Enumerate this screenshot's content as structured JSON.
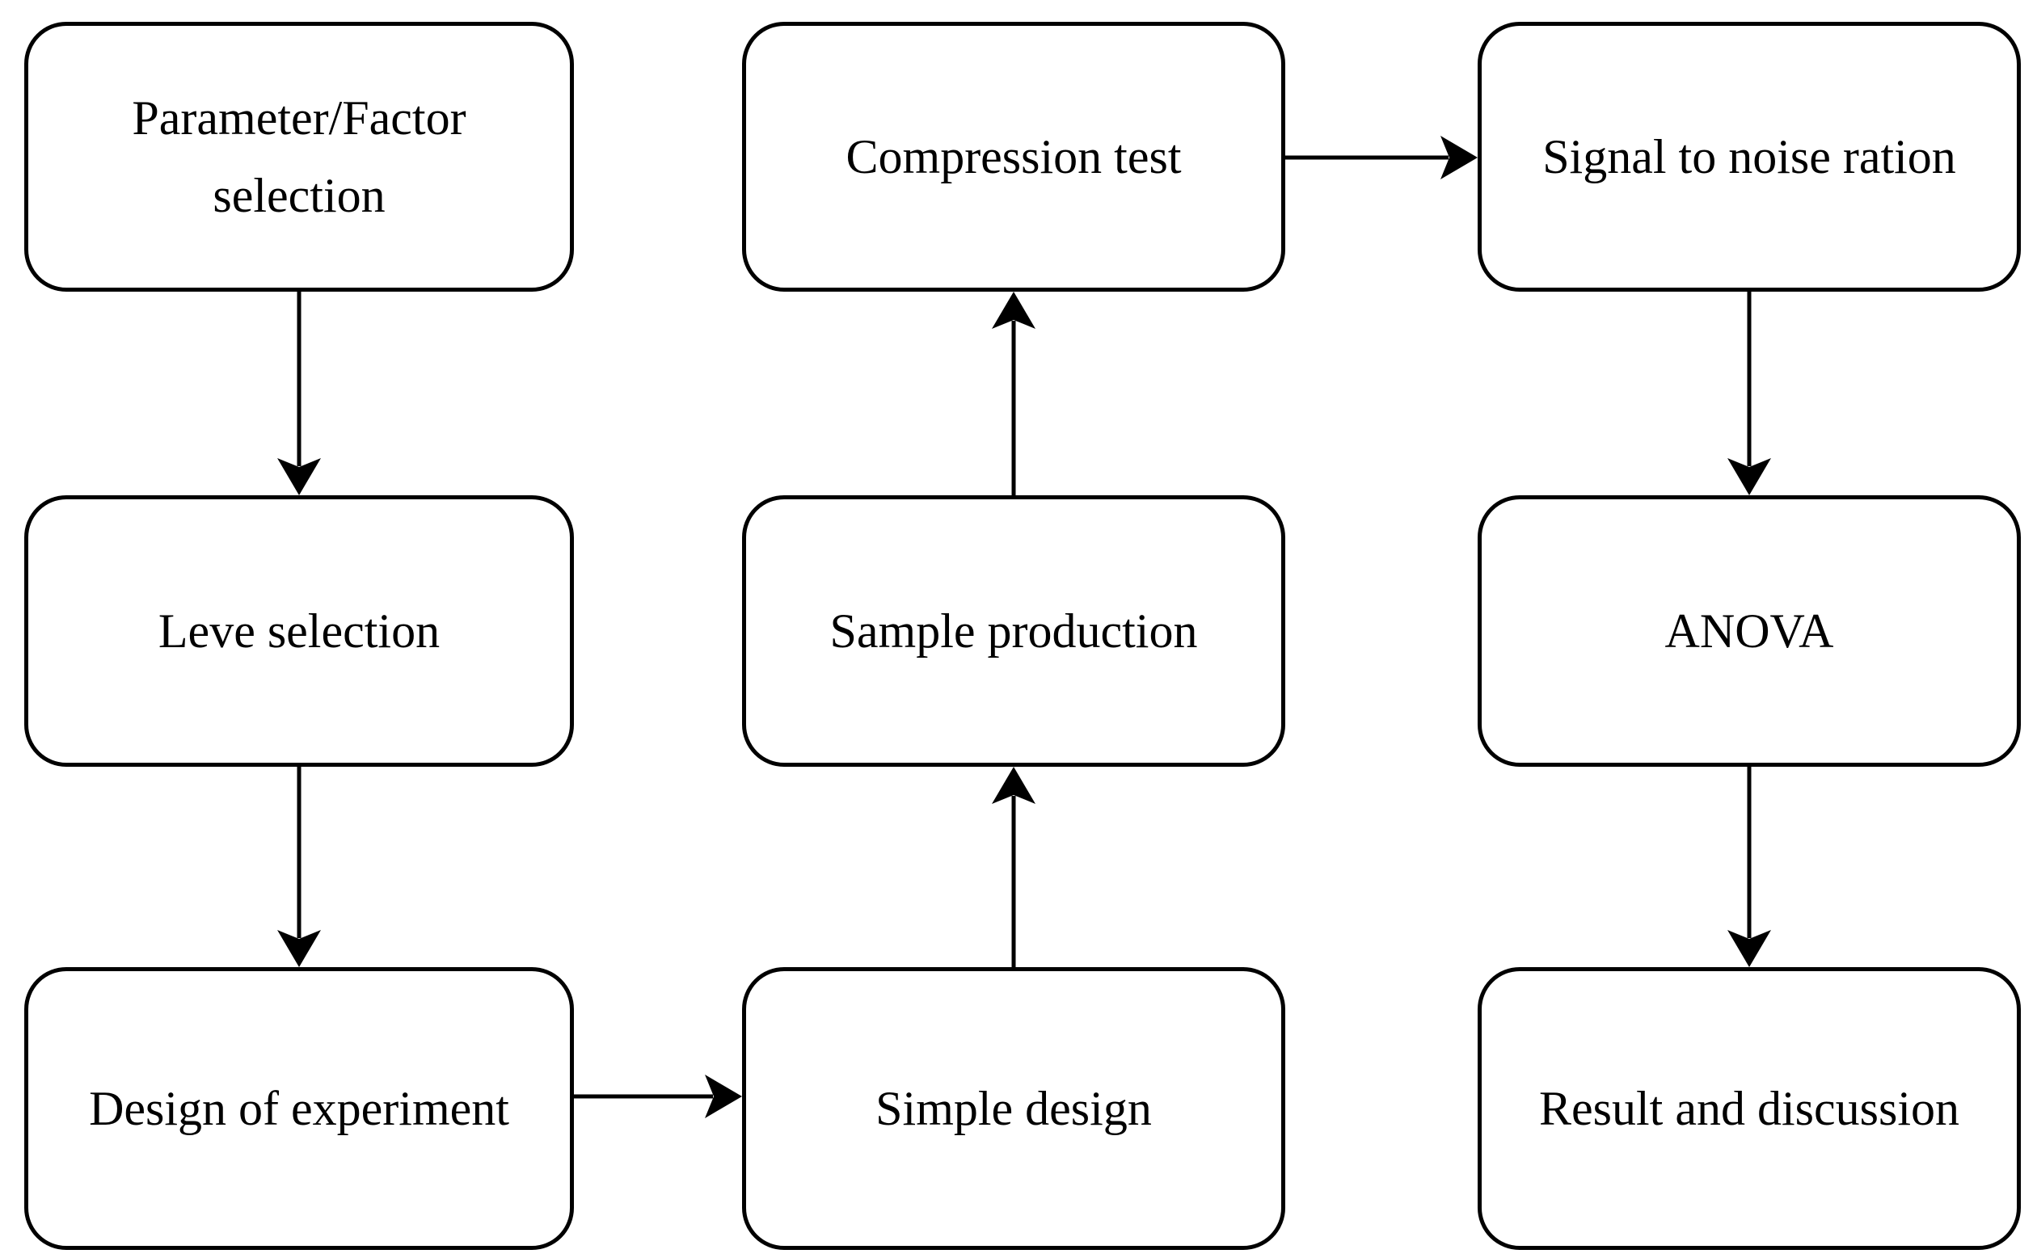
{
  "colors": {
    "background": "#ffffff",
    "box_fill": "#ffffff",
    "box_border": "#000000",
    "text": "#000000",
    "arrow": "#000000"
  },
  "nodes": [
    {
      "id": "parameter-factor-selection",
      "label": "Parameter/Factor selection"
    },
    {
      "id": "level-selection",
      "label": "Leve selection"
    },
    {
      "id": "design-of-experiment",
      "label": "Design of experiment"
    },
    {
      "id": "compression-test",
      "label": "Compression test"
    },
    {
      "id": "sample-production",
      "label": "Sample production"
    },
    {
      "id": "simple-design",
      "label": "Simple design"
    },
    {
      "id": "signal-to-noise-ratio",
      "label": "Signal to noise ration"
    },
    {
      "id": "anova",
      "label": "ANOVA"
    },
    {
      "id": "result-and-discussion",
      "label": "Result and discussion"
    }
  ],
  "edges": [
    {
      "from": "parameter-factor-selection",
      "to": "level-selection",
      "direction": "down"
    },
    {
      "from": "level-selection",
      "to": "design-of-experiment",
      "direction": "down"
    },
    {
      "from": "design-of-experiment",
      "to": "simple-design",
      "direction": "right"
    },
    {
      "from": "simple-design",
      "to": "sample-production",
      "direction": "up"
    },
    {
      "from": "sample-production",
      "to": "compression-test",
      "direction": "up"
    },
    {
      "from": "compression-test",
      "to": "signal-to-noise-ratio",
      "direction": "right"
    },
    {
      "from": "signal-to-noise-ratio",
      "to": "anova",
      "direction": "down"
    },
    {
      "from": "anova",
      "to": "result-and-discussion",
      "direction": "down"
    }
  ]
}
